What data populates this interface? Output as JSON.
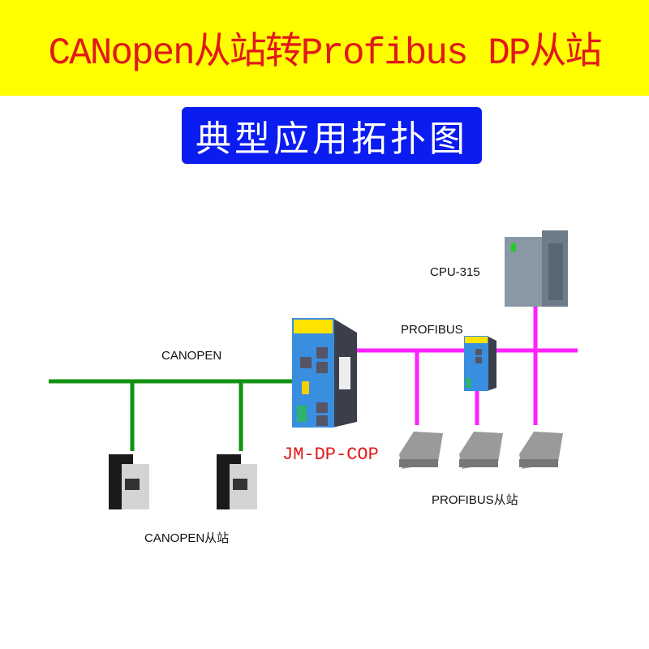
{
  "header": {
    "title": "CANopen从站转Profibus DP从站",
    "subtitle": "典型应用拓扑图"
  },
  "labels": {
    "canopen_bus": "CANOPEN",
    "profibus_bus": "PROFIBUS",
    "cpu": "CPU-315",
    "gateway_model": "JM-DP-COP",
    "canopen_slaves": "CANOPEN从站",
    "profibus_slaves": "PROFIBUS从站"
  },
  "colors": {
    "canopen_line": "#129212",
    "profibus_line": "#ff22ff",
    "banner": "#ffff00",
    "title": "#e0191b",
    "subtitle_bg": "#0a1cf0"
  }
}
